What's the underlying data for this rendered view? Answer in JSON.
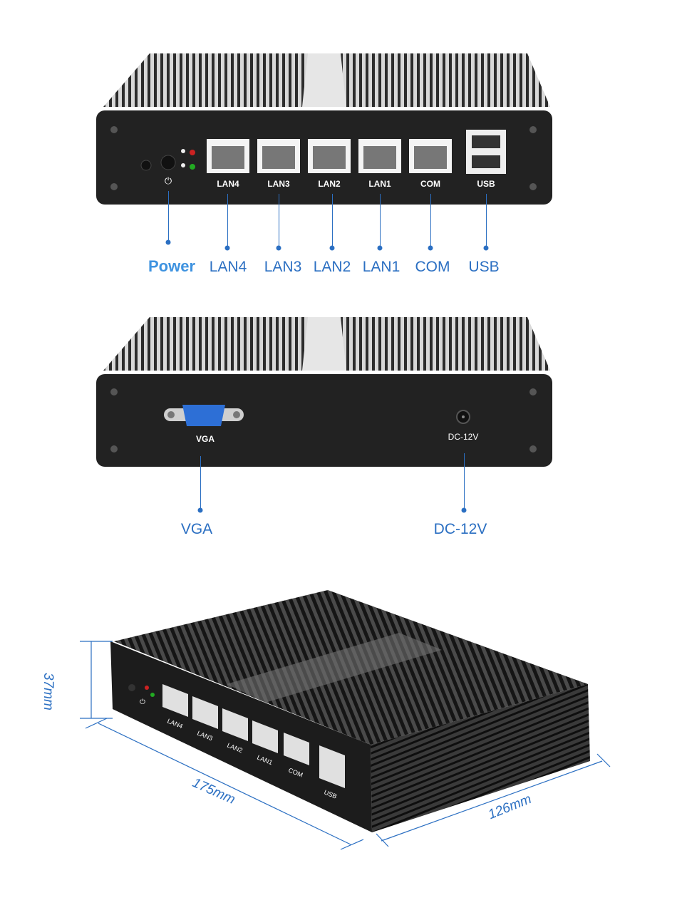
{
  "front_panel": {
    "ports": [
      "LAN4",
      "LAN3",
      "LAN2",
      "LAN1",
      "COM",
      "USB"
    ]
  },
  "front_callouts": {
    "power": "Power",
    "lan4": "LAN4",
    "lan3": "LAN3",
    "lan2": "LAN2",
    "lan1": "LAN1",
    "com": "COM",
    "usb": "USB"
  },
  "rear_panel": {
    "vga": "VGA",
    "dc": "DC-12V"
  },
  "rear_callouts": {
    "vga": "VGA",
    "dc": "DC-12V"
  },
  "iso_view": {
    "ports": [
      "LAN4",
      "LAN3",
      "LAN2",
      "LAN1",
      "COM",
      "USB"
    ]
  },
  "dimensions": {
    "height": "37mm",
    "length": "175mm",
    "depth": "126mm"
  },
  "colors": {
    "accent": "#2b6fc2",
    "power_accent": "#3f93e0",
    "chassis": "#222222",
    "fins": "#3a3a3a"
  }
}
